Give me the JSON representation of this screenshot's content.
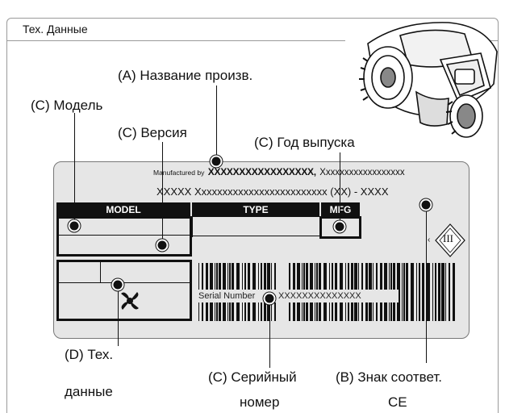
{
  "header": {
    "title": "Тех. Данные"
  },
  "plate": {
    "manufactured_by": "Manufactured by",
    "manufacturer_name": "XXXXXXXXXXXXXXXXX,",
    "manufacturer_rest": "Xxxxxxxxxxxxxxxxxx",
    "address": "XXXXX Xxxxxxxxxxxxxxxxxxxxxxxxx (XX) - XXXX",
    "headers": {
      "model": "MODEL",
      "type": "TYPE",
      "mfg": "MFG"
    },
    "serial_label": "Serial Number",
    "serial_value": "XXXXXXXXXXXXXX",
    "ce_mark_text": "III"
  },
  "callouts": {
    "a": "(A) Название произв.",
    "c_model": "(C) Модель",
    "c_version": "(C) Версия",
    "c_year": "(C) Год выпуска",
    "d_line1": "(D) Тех.",
    "d_line2": "данные",
    "c_serial_line1": "(C) Серийный",
    "c_serial_line2": "номер",
    "b_line1": "(B) Знак соответ.",
    "b_line2": "CE"
  },
  "colors": {
    "plate_fill": "#e6e6e6",
    "ink": "#111111",
    "frame": "#9a9a9a"
  }
}
